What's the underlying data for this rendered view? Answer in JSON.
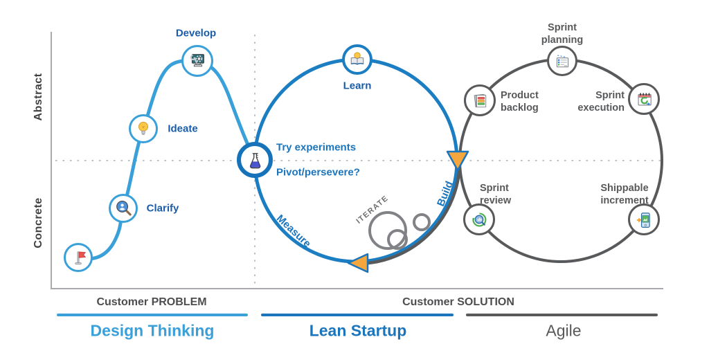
{
  "axis": {
    "top_label": "Abstract",
    "bottom_label": "Concrete"
  },
  "design_thinking": {
    "start_icon": "flag-icon",
    "clarify": {
      "label": "Clarify",
      "icon": "magnifier-person-icon"
    },
    "ideate": {
      "label": "Ideate",
      "icon": "lightbulb-icon"
    },
    "develop": {
      "label": "Develop",
      "icon": "monitor-gear-icon"
    },
    "title": "Design Thinking"
  },
  "lean_startup": {
    "learn": {
      "label": "Learn",
      "icon": "book-bulb-icon"
    },
    "experiments": {
      "line1": "Try experiments",
      "line2": "Pivot/persevere?",
      "icon": "flask-icon"
    },
    "measure_label": "Measure",
    "build_label": "Build",
    "iterate_label": "ITERATE",
    "title": "Lean Startup"
  },
  "agile": {
    "sprint_planning": {
      "label": "Sprint planning",
      "icon": "task-list-icon"
    },
    "product_backlog": {
      "label": "Product backlog",
      "icon": "stacked-docs-icon"
    },
    "sprint_execution": {
      "label": "Sprint execution",
      "icon": "calendar-loop-icon"
    },
    "sprint_review": {
      "label": "Sprint review",
      "icon": "magnifier-chart-loop-icon"
    },
    "shippable_increment": {
      "label": "Shippable increment",
      "icon": "phone-chart-icon"
    },
    "title": "Agile"
  },
  "footer": {
    "problem_label": "Customer PROBLEM",
    "solution_label": "Customer SOLUTION"
  },
  "colors": {
    "design_thinking_accent": "#3AA0D9",
    "lean_startup_accent": "#1B75BC",
    "agile_accent": "#58595B",
    "label_navy": "#1A5CA8",
    "arrow_orange": "#F5A63C",
    "dotted_gray": "#BDBFC1"
  }
}
